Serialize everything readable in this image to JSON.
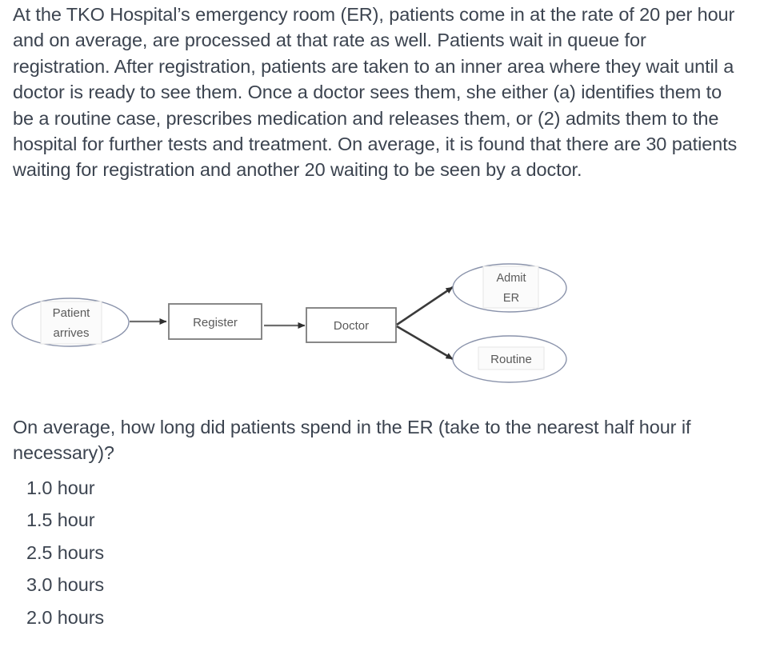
{
  "scenario": {
    "paragraph": "At the TKO Hospital’s emergency room (ER), patients come in at the rate of 20 per hour and on average, are processed at that rate as well. Patients wait in queue for registration. After registration, patients are taken to an inner area where they wait until a doctor is ready to see them. Once a doctor sees them, she either (a) identifies them to be a routine case, prescribes medication and releases them, or (2) admits them to the hospital for further tests and treatment. On average, it is found that there are 30 patients waiting for registration and another 20 waiting to be seen by a doctor."
  },
  "diagram": {
    "nodes": {
      "start": {
        "line1": "Patient",
        "line2": "arrives",
        "shape": "ellipse"
      },
      "register": {
        "label": "Register",
        "shape": "rectangle"
      },
      "doctor": {
        "label": "Doctor",
        "shape": "rectangle"
      },
      "admit": {
        "line1": "Admit",
        "line2": "ER",
        "shape": "ellipse"
      },
      "routine": {
        "label": "Routine",
        "shape": "ellipse"
      }
    },
    "colors": {
      "ellipse_stroke": "#8a93ab",
      "rect_stroke": "#7b7b7b",
      "arrow": "#3a3a3a",
      "node_text": "#5a5a5a",
      "label_box_stroke": "#e2e2e2"
    }
  },
  "question": {
    "text": "On average, how long did patients spend in the ER (take to the nearest half hour if necessary)?"
  },
  "options": [
    {
      "label": "1.0 hour"
    },
    {
      "label": "1.5 hour"
    },
    {
      "label": "2.5 hours"
    },
    {
      "label": "3.0 hours"
    },
    {
      "label": "2.0 hours"
    }
  ]
}
